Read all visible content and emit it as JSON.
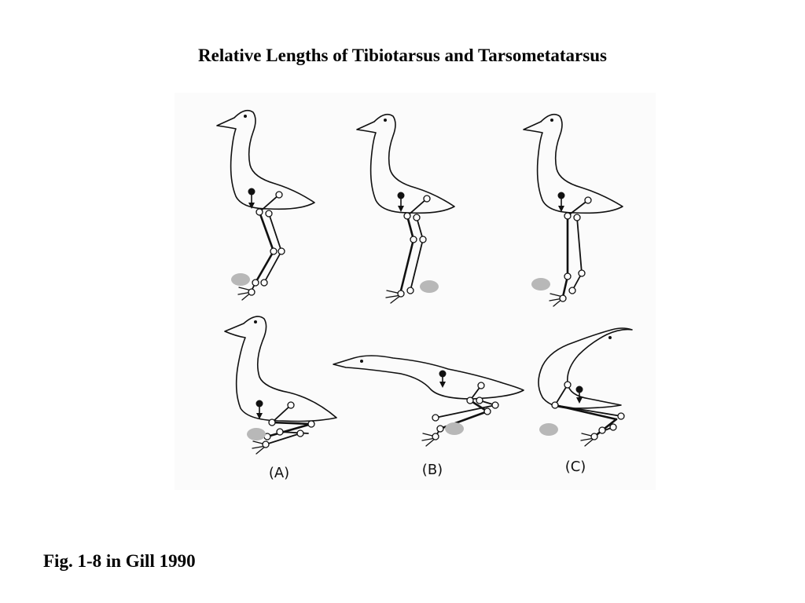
{
  "slide": {
    "title": "Relative Lengths of Tibiotarsus and Tarsometatarsus",
    "caption": "Fig. 1-8 in Gill 1990"
  },
  "figure": {
    "panels": [
      {
        "label": "(A)"
      },
      {
        "label": "(B)"
      },
      {
        "label": "(C)"
      }
    ]
  },
  "colors": {
    "background": "#ffffff",
    "ink": "#111111",
    "shadow": "#b8b8b8"
  }
}
